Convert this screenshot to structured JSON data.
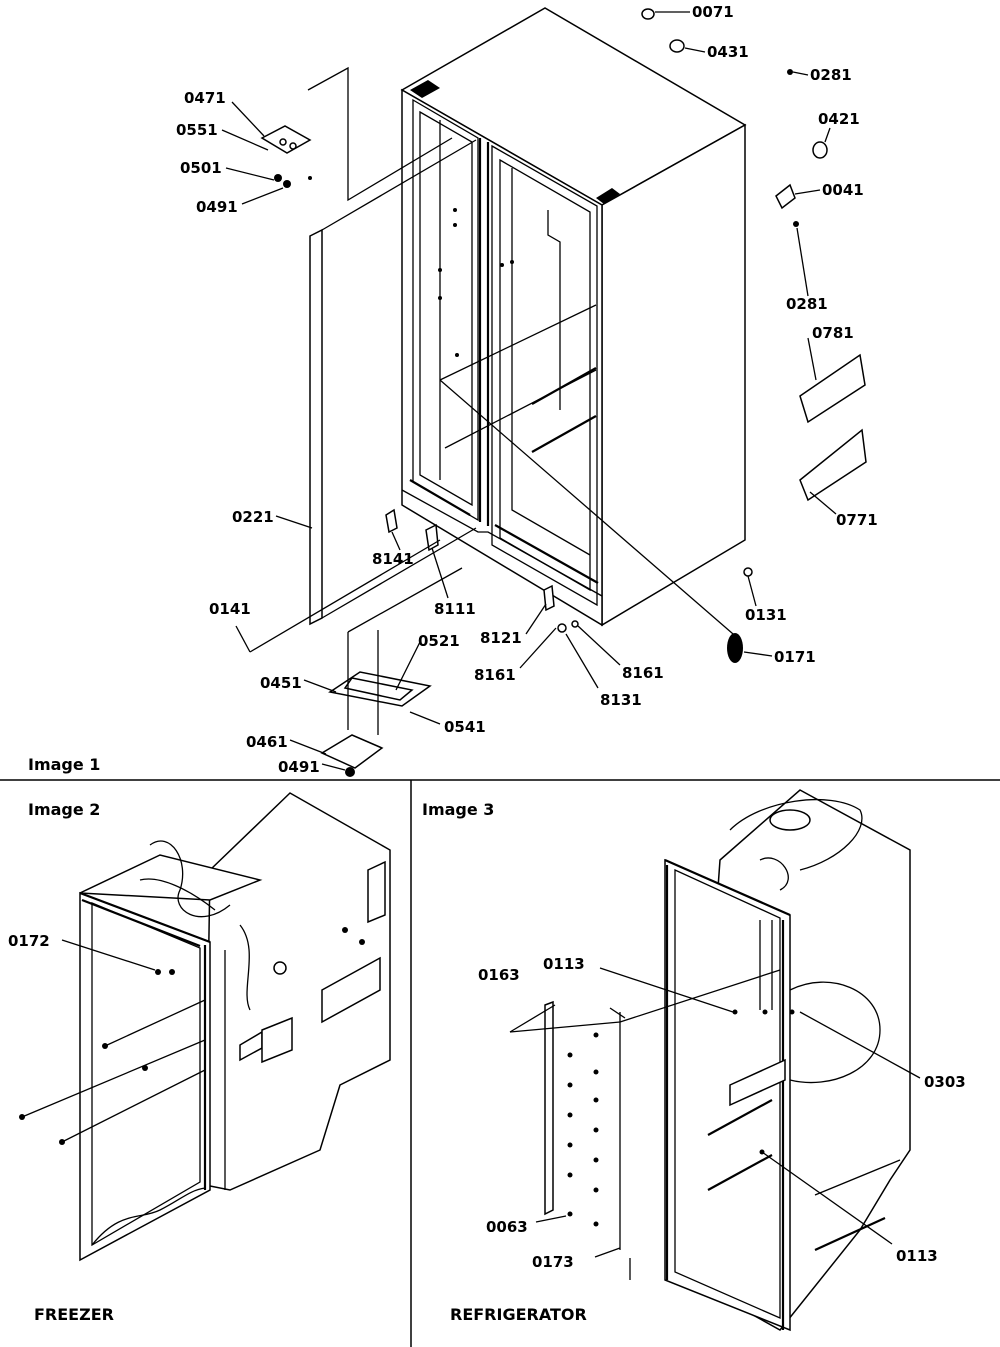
{
  "panels": [
    {
      "caption": "Image 1"
    },
    {
      "caption": "Image 2",
      "footer": "FREEZER"
    },
    {
      "caption": "Image 3",
      "footer": "REFRIGERATOR"
    }
  ],
  "callouts": {
    "c0071": "0071",
    "c0431": "0431",
    "c0281a": "0281",
    "c0421": "0421",
    "c0041": "0041",
    "c0281b": "0281",
    "c0781": "0781",
    "c0771": "0771",
    "c0131": "0131",
    "c0171": "0171",
    "c8161a": "8161",
    "c8131": "8131",
    "c8161b": "8161",
    "c8121": "8121",
    "c8111": "8111",
    "c8141": "8141",
    "c0221": "0221",
    "c0141": "0141",
    "c0451": "0451",
    "c0521": "0521",
    "c0541": "0541",
    "c0461": "0461",
    "c0491b": "0491",
    "c0471": "0471",
    "c0551": "0551",
    "c0501": "0501",
    "c0491a": "0491",
    "c0172": "0172",
    "c0163": "0163",
    "c0113a": "0113",
    "c0303": "0303",
    "c0063": "0063",
    "c0173": "0173",
    "c0113b": "0113"
  }
}
